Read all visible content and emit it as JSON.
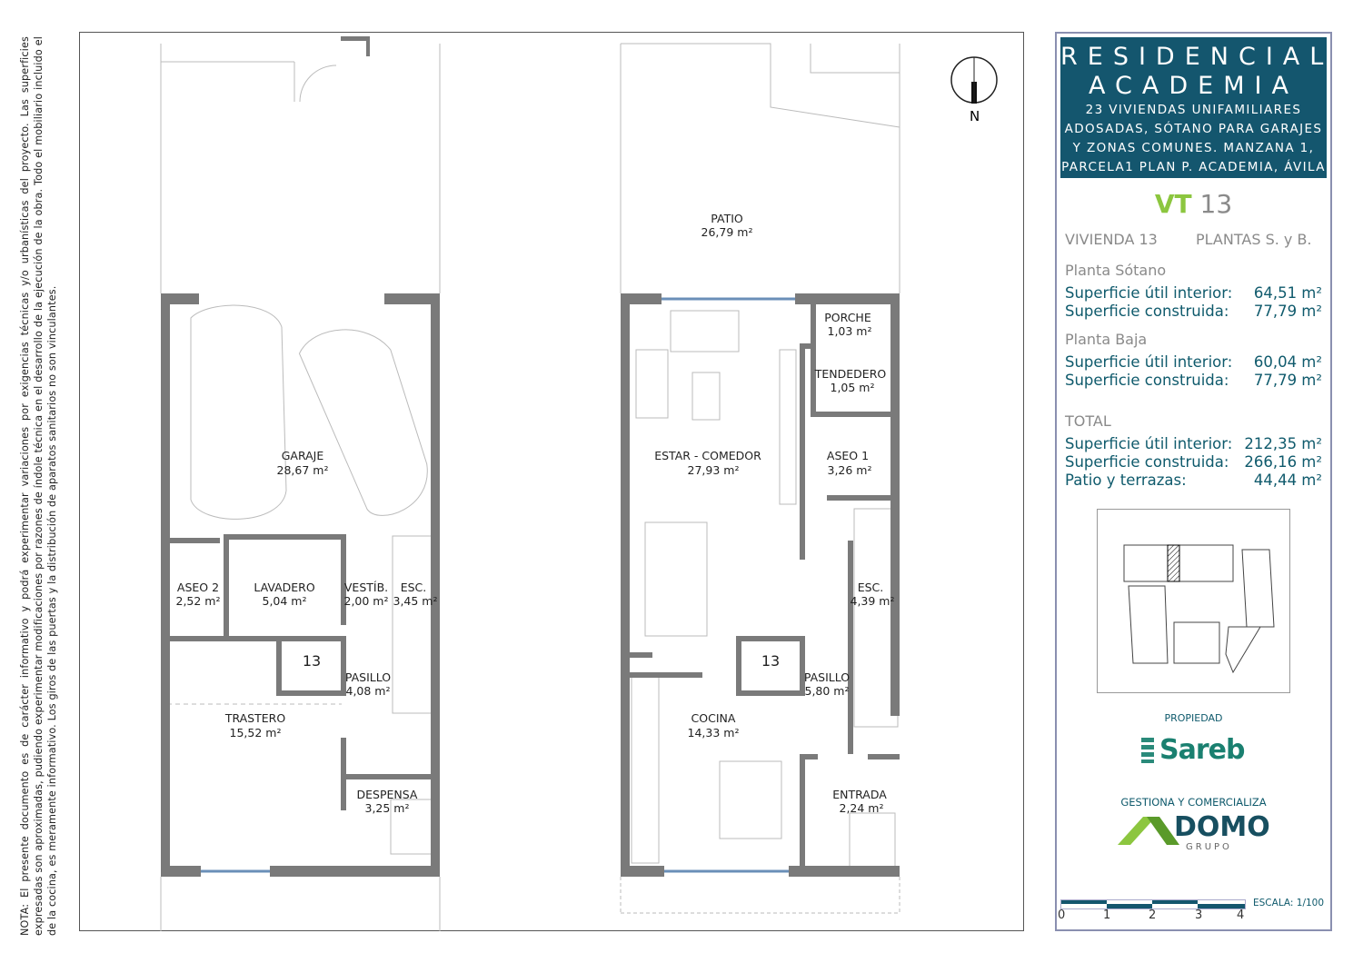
{
  "note": "NOTA: El presente documento es de carácter informativo y podrá experimentar variaciones por exigencias técnicas y/o urbanísticas del proyecto. Las superficies expresadas son aproximadas, pudiendo experimentar modificaciones por razones de índole técnica en el desarrollo de la ejecución de la obra. Todo el mobiliario incluido el de la cocina, es meramente informativo. Los giros de las puertas y la distribución de aparatos sanitarios no son vinculantes.",
  "compass": {
    "label": "N"
  },
  "planta_sotano": {
    "unit_number": "13",
    "rooms": [
      {
        "name": "GARAJE",
        "area": "28,67 m²"
      },
      {
        "name": "ASEO 2",
        "area": "2,52 m²"
      },
      {
        "name": "LAVADERO",
        "area": "5,04 m²"
      },
      {
        "name": "VESTÍB.",
        "area": "2,00 m²"
      },
      {
        "name": "ESC.",
        "area": "3,45 m²"
      },
      {
        "name": "PASILLO",
        "area": "4,08 m²"
      },
      {
        "name": "TRASTERO",
        "area": "15,52 m²"
      },
      {
        "name": "DESPENSA",
        "area": "3,25 m²"
      }
    ]
  },
  "planta_baja": {
    "unit_number": "13",
    "rooms": [
      {
        "name": "PATIO",
        "area": "26,79 m²"
      },
      {
        "name": "PORCHE",
        "area": "1,03 m²"
      },
      {
        "name": "TENDEDERO",
        "area": "1,05 m²"
      },
      {
        "name": "ESTAR - COMEDOR",
        "area": "27,93 m²"
      },
      {
        "name": "ASEO 1",
        "area": "3,26 m²"
      },
      {
        "name": "ESC.",
        "area": "4,39 m²"
      },
      {
        "name": "PASILLO",
        "area": "5,80 m²"
      },
      {
        "name": "COCINA",
        "area": "14,33 m²"
      },
      {
        "name": "ENTRADA",
        "area": "2,24 m²"
      }
    ]
  },
  "panel": {
    "title1": "RESIDENCIAL",
    "title2": "ACADEMIA",
    "subtitle": [
      "23 VIVIENDAS UNIFAMILIARES",
      "ADOSADAS, SÓTANO PARA GARAJES",
      "Y ZONAS COMUNES. MANZANA 1,",
      "PARCELA1 PLAN P. ACADEMIA, ÁVILA"
    ],
    "type_code": "VT",
    "type_number": "13",
    "vivienda": "VIVIENDA 13",
    "plantas": "PLANTAS S. y B.",
    "sotano": {
      "heading": "Planta Sótano",
      "util_label": "Superficie útil interior:",
      "util": "64,51 m²",
      "construida_label": "Superficie construida:",
      "construida": "77,79 m²"
    },
    "baja": {
      "heading": "Planta Baja",
      "util_label": "Superficie útil interior:",
      "util": "60,04 m²",
      "construida_label": "Superficie construida:",
      "construida": "77,79 m²"
    },
    "total": {
      "heading": "TOTAL",
      "util_label": "Superficie útil interior:",
      "util": "212,35 m²",
      "construida_label": "Superficie construida:",
      "construida": "266,16 m²",
      "patio_label": "Patio y terrazas:",
      "patio": "44,44 m²"
    },
    "propiedad": "PROPIEDAD",
    "sareb": "Sareb",
    "gestiona": "GESTIONA Y COMERCIALIZA",
    "domo": "DOMO",
    "grupo": "GRUPO",
    "escala": "ESCALA: 1/100",
    "scale_ticks": [
      "0",
      "1",
      "2",
      "3",
      "4"
    ],
    "colors": {
      "header": "#14566e",
      "accent": "#8cc63f",
      "text": "#0f5a6c"
    }
  }
}
